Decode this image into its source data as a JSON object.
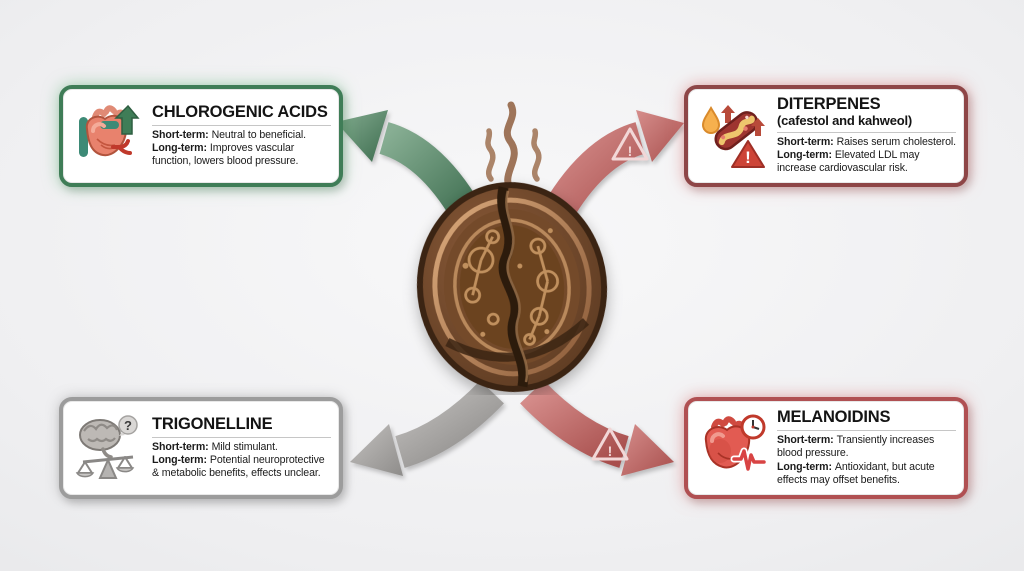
{
  "diagram": {
    "title": "coffee-bean-compound-health-effects",
    "subject_icon": "cracked-coffee-bean-icon",
    "steam_icon": "steam-wisps-icon",
    "background": {
      "center_color": "#f8f8f9",
      "edge_color": "#dfe0e2"
    }
  },
  "cards": [
    {
      "id": "chlorogenic-acids",
      "title": "CHLOROGENIC ACIDS",
      "subtitle": "",
      "body": [
        {
          "label": "Short-term:",
          "text": "Neutral to beneficial."
        },
        {
          "label": "Long-term:",
          "text": "Improves vascular function, lowers blood pressure."
        }
      ],
      "icon": "anatomical-heart-up-arrow-icon",
      "accent": "#3f7d57",
      "glow": "rgba(96,180,120,0.55)"
    },
    {
      "id": "diterpenes",
      "title": "DITERPENES",
      "subtitle": "(cafestol and kahweol)",
      "body": [
        {
          "label": "Short-term:",
          "text": "Raises serum cholesterol."
        },
        {
          "label": "Long-term:",
          "text": "Elevated LDL may increase cardiovascular risk."
        }
      ],
      "icon": "artery-plaque-warning-icon",
      "accent": "#8e4647",
      "glow": "rgba(219,116,116,0.6)"
    },
    {
      "id": "trigonelline",
      "title": "TRIGONELLINE",
      "subtitle": "",
      "body": [
        {
          "label": "Short-term:",
          "text": "Mild stimulant."
        },
        {
          "label": "Long-term:",
          "text": "Potential neuroprotective & metabolic benefits, effects unclear."
        }
      ],
      "icon": "brain-question-balance-icon",
      "accent": "#9c9c9c",
      "glow": "rgba(140,140,140,0.45)"
    },
    {
      "id": "melanoidins",
      "title": "MELANOIDINS",
      "subtitle": "",
      "body": [
        {
          "label": "Short-term:",
          "text": "Transiently increases blood pressure."
        },
        {
          "label": "Long-term:",
          "text": "Antioxidant, but acute effects may offset benefits."
        }
      ],
      "icon": "heart-clock-ecg-icon",
      "accent": "#b05052",
      "glow": "rgba(219,116,116,0.6)"
    }
  ],
  "arrows": [
    {
      "target": "chlorogenic-acids",
      "direction": "upper-left",
      "color": "#4e7f5e",
      "warning_badge": false
    },
    {
      "target": "diterpenes",
      "direction": "upper-right",
      "color": "#bb6260",
      "warning_badge": true
    },
    {
      "target": "trigonelline",
      "direction": "lower-left",
      "color": "#a7a5a3",
      "warning_badge": false
    },
    {
      "target": "melanoidins",
      "direction": "lower-right",
      "color": "#bb6260",
      "warning_badge": true
    }
  ]
}
